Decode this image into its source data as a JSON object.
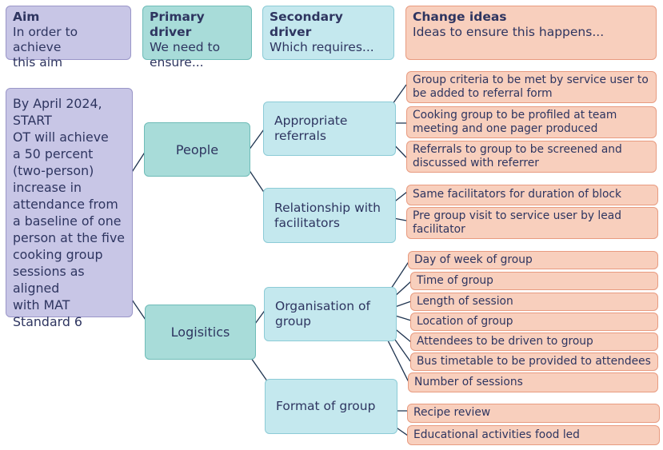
{
  "headers": {
    "aim": {
      "title": "Aim",
      "sub": "In order to achieve\nthis aim"
    },
    "primary": {
      "title": "Primary driver",
      "sub": "We need to\nensure..."
    },
    "secondary": {
      "title": "Secondary driver",
      "sub": "Which requires..."
    },
    "change": {
      "title": "Change ideas",
      "sub": "Ideas to ensure this happens..."
    }
  },
  "aim_text": "By April 2024,\nSTART\nOT will achieve\na 50 percent\n(two-person)\nincrease in\nattendance from\na baseline of one\nperson at the five\ncooking group\nsessions as aligned\nwith MAT\nStandard 6",
  "primary_drivers": [
    "People",
    "Logisitics"
  ],
  "secondary_drivers": [
    "Appropriate\nreferrals",
    "Relationship with\nfacilitators",
    "Organisation of\ngroup",
    "Format of group"
  ],
  "change_ideas": [
    "Group criteria to be met by service user to\nbe added to referral form",
    "Cooking group to be profiled at team\nmeeting and one pager produced",
    "Referrals to group to be screened and\ndiscussed with referrer",
    "Same facilitators for duration of block",
    "Pre group visit to service user by lead\nfacilitator",
    "Day of week of group",
    "Time of group",
    "Length of session",
    "Location of group",
    "Attendees to be driven to group",
    "Bus timetable to be provided to attendees",
    "Number of sessions",
    "Recipe review",
    "Educational activities food led"
  ]
}
